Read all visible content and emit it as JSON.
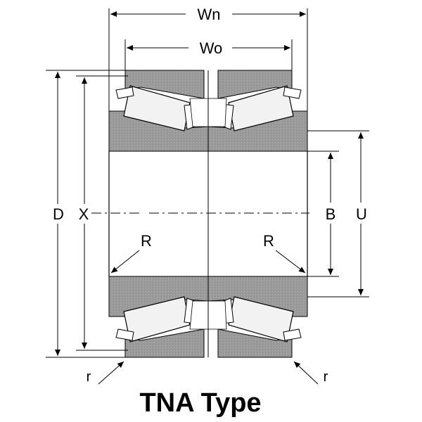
{
  "diagram": {
    "title": "TNA Type",
    "labels": {
      "wn": "Wn",
      "wo": "Wo",
      "d": "D",
      "x": "X",
      "b": "B",
      "u": "U",
      "r_left": "R",
      "r_right": "R",
      "r_small_left": "r",
      "r_small_right": "r"
    },
    "colors": {
      "part_fill": "#9b9b9b",
      "roller_fill": "#f2f2f2",
      "line": "#000000"
    }
  }
}
